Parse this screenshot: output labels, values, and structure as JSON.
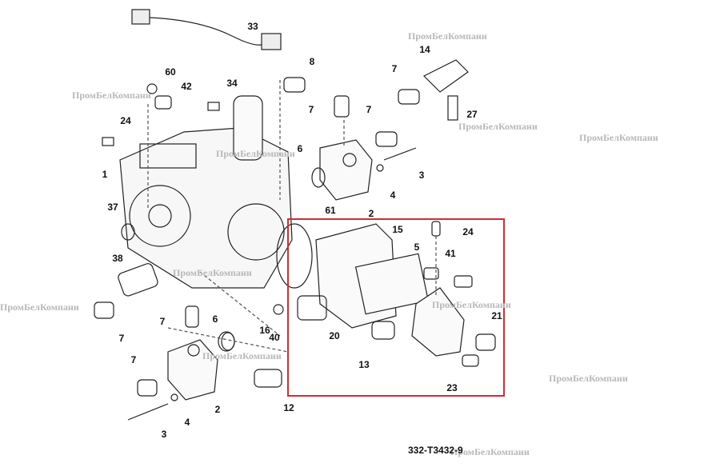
{
  "diagram": {
    "figure_id": "332-T3432-9",
    "watermark_text": "ПромБелКомпани",
    "highlight_color": "#d42a32",
    "callouts": [
      "33",
      "8",
      "14",
      "60",
      "42",
      "34",
      "7",
      "7",
      "7",
      "27",
      "24",
      "6",
      "1",
      "3",
      "4",
      "2",
      "37",
      "61",
      "15",
      "24",
      "5",
      "41",
      "38",
      "20",
      "21",
      "13",
      "23",
      "7",
      "6",
      "16",
      "40",
      "7",
      "7",
      "2",
      "4",
      "3",
      "12"
    ]
  }
}
